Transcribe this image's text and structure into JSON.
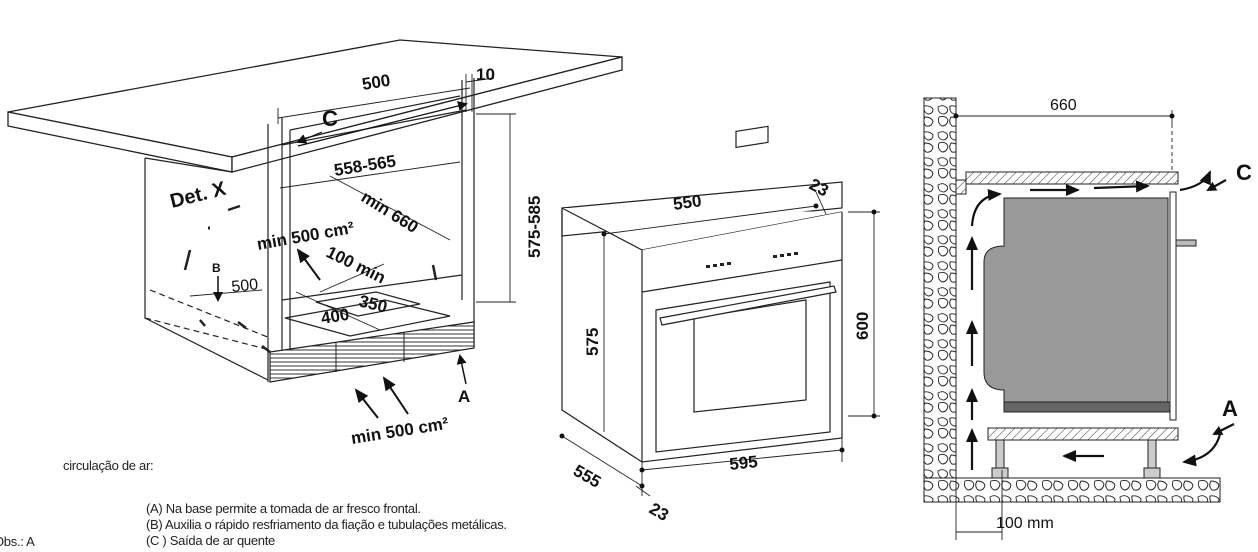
{
  "left_diagram": {
    "detail_label": "Det. X",
    "dim_width_top": "500",
    "dim_gap": "10",
    "dim_inner_width": "558-565",
    "dim_height": "575-585",
    "dim_depth_min": "min 660",
    "dim_vent_front": "100 min",
    "vent_area_inner": "min 500 cm²",
    "vent_area_bottom": "min 500 cm²",
    "dim_base_depth": "500",
    "dim_cutout_w": "400",
    "dim_cutout_d": "350",
    "label_a": "A",
    "label_b": "B",
    "label_c": "C"
  },
  "oven_diagram": {
    "dim_top_width": "550",
    "dim_top_depth": "23",
    "dim_body_height": "575",
    "dim_front_height": "600",
    "dim_front_width": "595",
    "dim_depth": "555",
    "dim_bottom_depth": "23"
  },
  "side_diagram": {
    "dim_depth": "660",
    "dim_gap_bottom": "100 mm",
    "label_a": "A",
    "label_c": "C"
  },
  "notes": {
    "heading": "circulação de ar:",
    "obs": "Obs.: A",
    "item_a": "(A) Na base permite a tomada de ar fresco frontal.",
    "item_b": "(B) Auxilia o rápido resfriamento da fiação e tubulações metálicas.",
    "item_c": "(C ) Saída de ar quente"
  }
}
